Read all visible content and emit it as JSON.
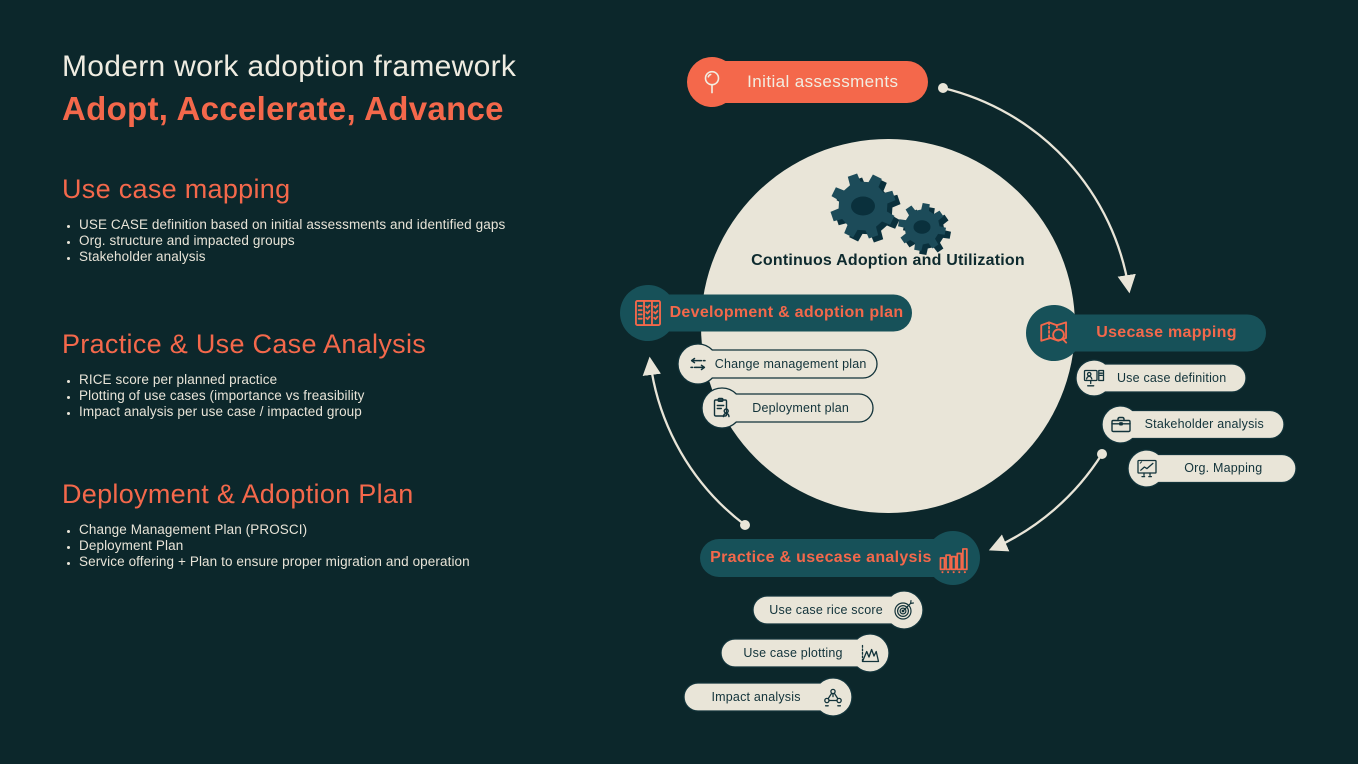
{
  "colors": {
    "background": "#0C272B",
    "cream": "#E9E5D8",
    "accent_orange": "#F4684B",
    "pill_teal": "#175159",
    "dark_text": "#0D2A2E",
    "gear_top": "#1C4B59",
    "gear_shadow": "#0A303C"
  },
  "header": {
    "title_line1": "Modern work adoption framework",
    "title_line2": "Adopt, Accelerate, Advance"
  },
  "sections": [
    {
      "heading": "Use case mapping",
      "bullets": [
        "USE CASE definition based on initial assessments and identified gaps",
        "Org. structure and impacted groups",
        "Stakeholder analysis"
      ]
    },
    {
      "heading": "Practice & Use Case Analysis",
      "bullets": [
        "RICE score per planned practice",
        "Plotting of use cases (importance vs freasibility",
        "Impact analysis per use case / impacted group"
      ]
    },
    {
      "heading": "Deployment & Adoption Plan",
      "bullets": [
        "Change Management Plan (PROSCI)",
        "Deployment Plan",
        "Service offering + Plan to ensure proper migration and operation"
      ]
    }
  ],
  "diagram": {
    "center_label": "Continuos Adoption and Utilization",
    "stages": {
      "initial": "Initial assessments",
      "development": "Development & adoption plan",
      "usecase": "Usecase mapping",
      "practice": "Practice & usecase analysis"
    },
    "sub_development": [
      "Change management plan",
      "Deployment plan"
    ],
    "sub_usecase": [
      "Use case definition",
      "Stakeholder analysis",
      "Org. Mapping"
    ],
    "sub_practice": [
      "Use case rice score",
      "Use case plotting",
      "Impact analysis"
    ],
    "icons": {
      "initial": "magnifier-pin-icon",
      "development": "kanban-board-icon",
      "usecase": "map-magnifier-icon",
      "practice": "bar-chart-icon",
      "change_management": "double-arrow-icon",
      "deployment": "clipboard-person-icon",
      "use_case_definition": "monitor-person-book-icon",
      "stakeholder": "briefcase-icon",
      "org_mapping": "presentation-chart-icon",
      "rice_score": "target-dart-icon",
      "plotting": "peaks-plot-icon",
      "impact": "people-network-icon",
      "center": "gears-icon"
    }
  }
}
